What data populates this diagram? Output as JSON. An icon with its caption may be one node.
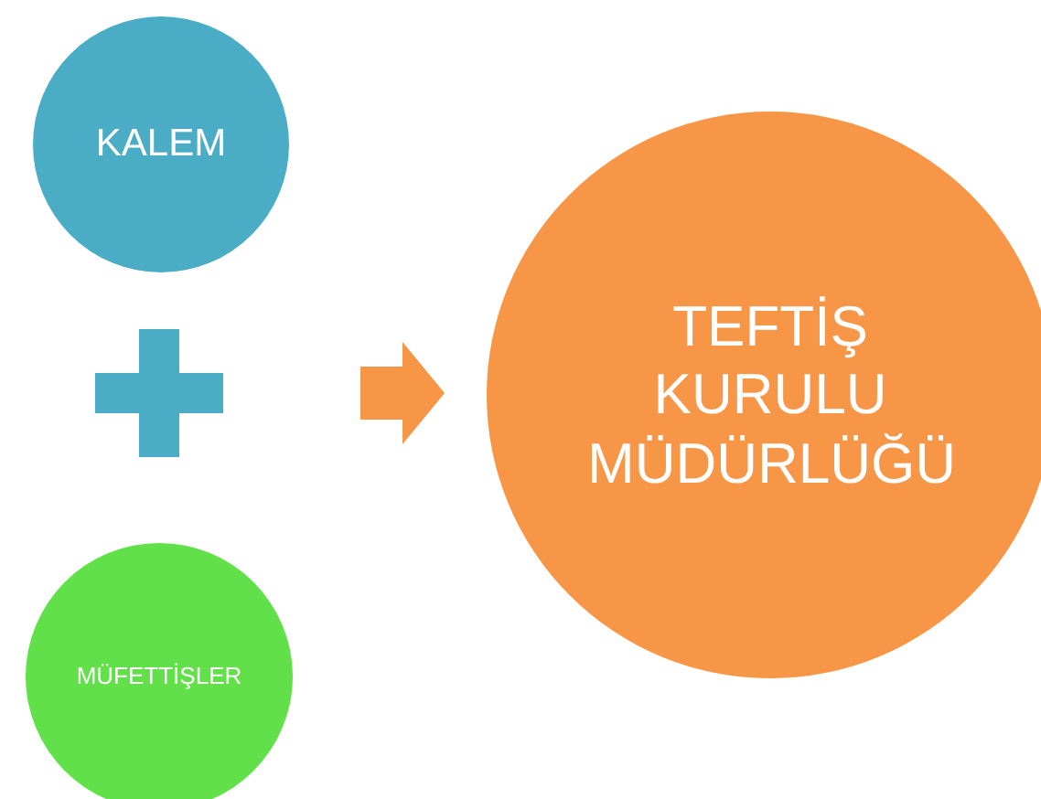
{
  "diagram": {
    "nodes": [
      {
        "text": [
          "KALEM"
        ]
      },
      {
        "text": [],
        "shape": "cross"
      },
      {
        "text": [
          "MÜFETTİŞLER"
        ]
      },
      {
        "text": [
          "TEFTİŞ KURULU MÜDÜRLÜĞÜ"
        ]
      }
    ],
    "edges": [
      {
        "from": null,
        "to": 3,
        "arrow": "to"
      }
    ]
  }
}
